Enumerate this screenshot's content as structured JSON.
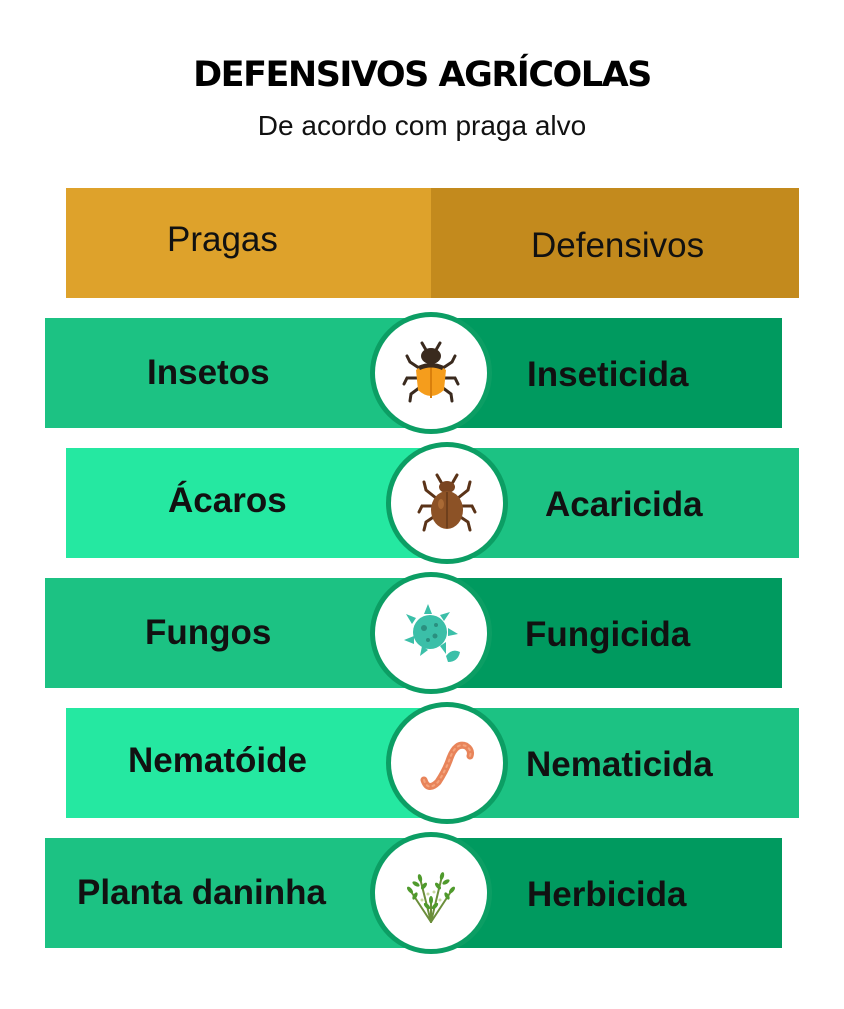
{
  "header": {
    "title": "DEFENSIVOS AGRÍCOLAS",
    "subtitle": "De acordo com praga alvo"
  },
  "table": {
    "columns": [
      "Pragas",
      "Defensivos"
    ],
    "rows": [
      {
        "praga": "Insetos",
        "defensivo": "Inseticida",
        "icon": "beetle-icon"
      },
      {
        "praga": "Ácaros",
        "defensivo": "Acaricida",
        "icon": "mite-icon"
      },
      {
        "praga": "Fungos",
        "defensivo": "Fungicida",
        "icon": "fungus-icon"
      },
      {
        "praga": "Nematóide",
        "defensivo": "Nematicida",
        "icon": "worm-icon"
      },
      {
        "praga": "Planta daninha",
        "defensivo": "Herbicida",
        "icon": "weed-icon"
      }
    ]
  },
  "colors": {
    "header_left": "#dea22b",
    "header_right": "#c38a1d",
    "green_dark": "#009a5f",
    "green_mid": "#1cc283",
    "green_light": "#25e8a1",
    "circle_border": "#0c9e64"
  }
}
